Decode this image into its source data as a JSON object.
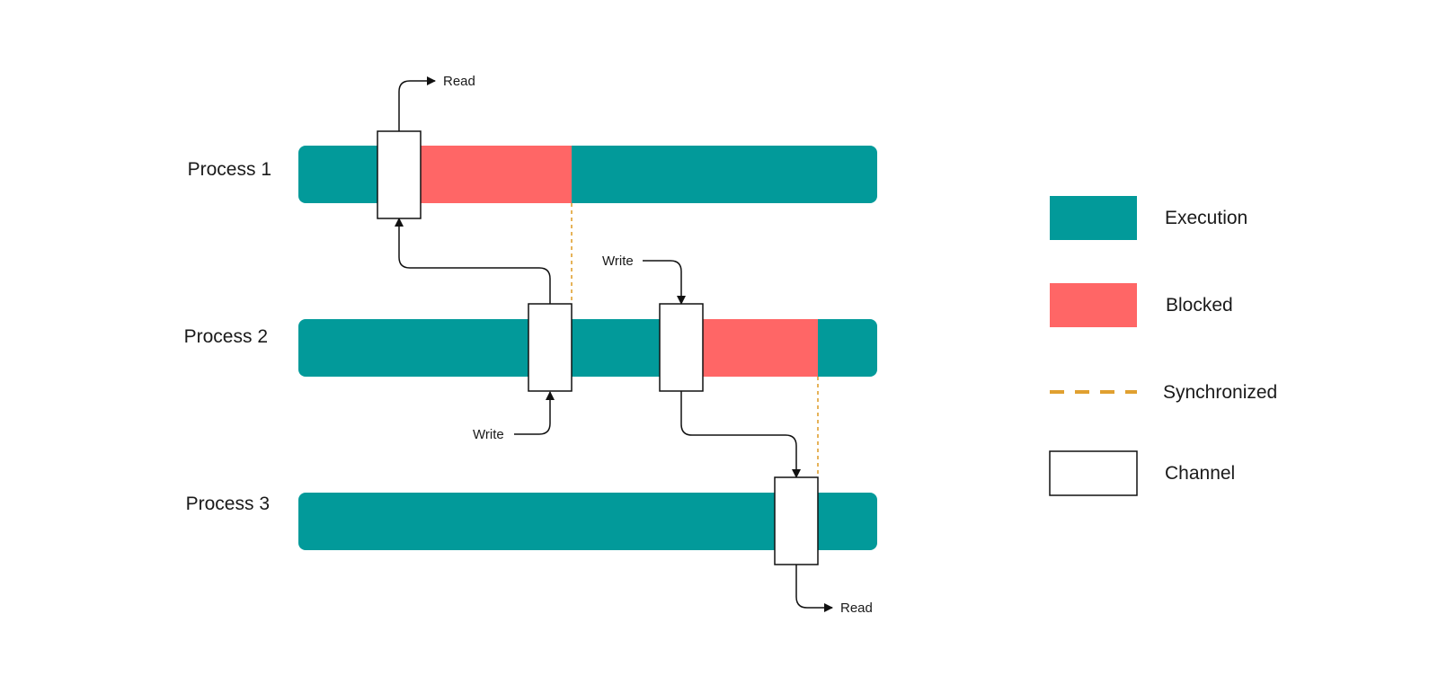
{
  "colors": {
    "execution": "#029a9a",
    "blocked": "#ff6666",
    "synchronized": "#e0a030",
    "channel_fill": "#ffffff",
    "channel_stroke": "#111111"
  },
  "processes": [
    {
      "label": "Process 1"
    },
    {
      "label": "Process 2"
    },
    {
      "label": "Process 3"
    }
  ],
  "io_labels": {
    "p1_read": "Read",
    "p2_write_bottom": "Write",
    "p2_write_top": "Write",
    "p3_read": "Read"
  },
  "legend": {
    "execution": "Execution",
    "blocked": "Blocked",
    "synchronized": "Synchronized",
    "channel": "Channel"
  }
}
